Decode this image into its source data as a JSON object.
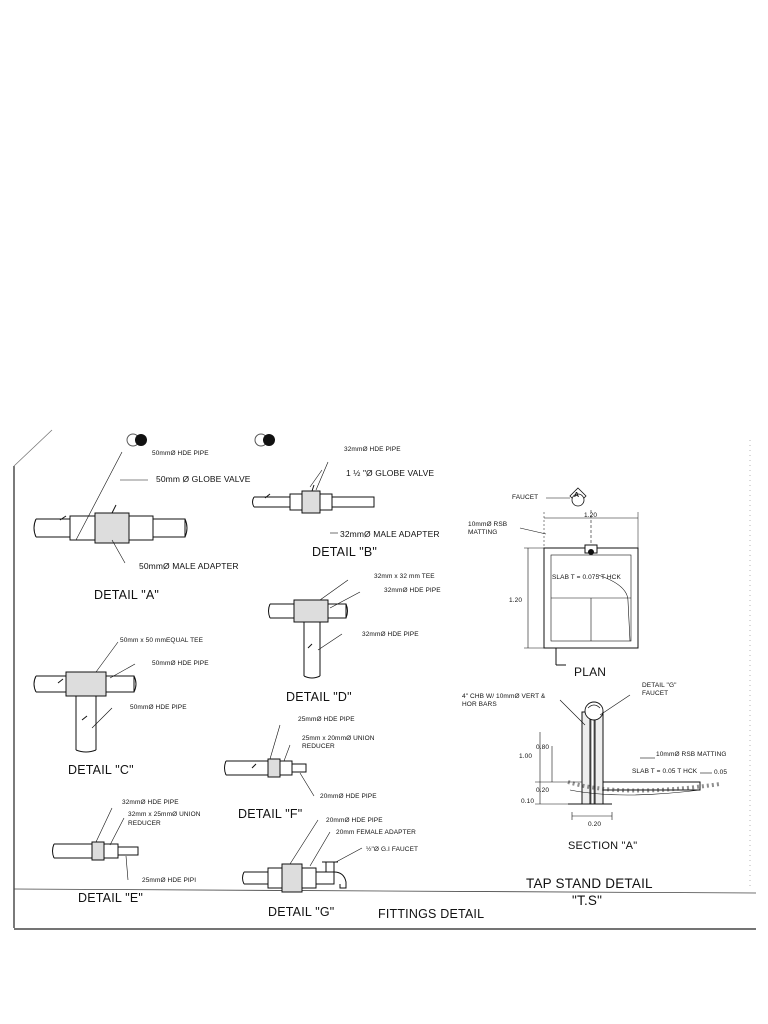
{
  "detail_a": {
    "title": "DETAIL \"A\"",
    "pipe": "50mmØ HDE PIPE",
    "valve": "50mm Ø GLOBE VALVE",
    "adapter": "50mmØ MALE ADAPTER"
  },
  "detail_b": {
    "title": "DETAIL \"B\"",
    "pipe": "32mmØ HDE PIPE",
    "valve": "1 ½ \"Ø GLOBE VALVE",
    "adapter": "32mmØ MALE ADAPTER"
  },
  "detail_c": {
    "title": "DETAIL \"C\"",
    "tee": "50mm x 50 mmEQUAL TEE",
    "pipe_top": "50mmØ HDE PIPE",
    "pipe_bottom": "50mmØ HDE PIPE"
  },
  "detail_d": {
    "title": "DETAIL \"D\"",
    "tee": "32mm x 32 mm TEE",
    "pipe_top": "32mmØ HDE PIPE",
    "pipe_bottom": "32mmØ HDE PIPE"
  },
  "detail_e": {
    "title": "DETAIL \"E\"",
    "pipe_top": "32mmØ HDE PIPE",
    "reducer_1": "32mm x 25mmØ UNION",
    "reducer_2": "REDUCER",
    "pipe_bottom": "25mmØ HDE PIPI"
  },
  "detail_f": {
    "title": "DETAIL \"F\"",
    "pipe_top": "25mmØ HDE PIPE",
    "reducer_1": "25mm x 20mmØ UNION",
    "reducer_2": "REDUCER",
    "pipe_bottom": "20mmØ HDE PIPE"
  },
  "detail_g": {
    "title": "DETAIL \"G\"",
    "pipe": "20mmØ HDE PIPE",
    "adapter": "20mm FEMALE ADAPTER",
    "faucet": "½\"Ø G.I FAUCET"
  },
  "plan": {
    "title": "PLAN",
    "faucet": "FAUCET",
    "matting_1": "10mmØ RSB",
    "matting_2": "MATTING",
    "dim_width": "1.20",
    "dim_height": "1.20",
    "slab": "SLAB T = 0.075 T HCK",
    "section_marker": "A"
  },
  "section_a": {
    "title": "SECTION \"A\"",
    "chb_1": "4\" CHB W/ 10mmØ VERT &",
    "chb_2": "HOR BARS",
    "detail_ref_1": "DETAIL \"G\"",
    "detail_ref_2": "FAUCET",
    "matting": "10mmØ RSB MATTING",
    "slab": "SLAB T = 0.05 T HCK",
    "dim_005": "0.05",
    "dim_080": "0.80",
    "dim_100": "1.00",
    "dim_020": "0.20",
    "dim_010": "0.10",
    "dim_bottom": "0.20"
  },
  "tap_stand": {
    "title": "TAP STAND DETAIL",
    "subtitle": "\"T.S\""
  },
  "fittings_title": "FITTINGS DETAIL"
}
